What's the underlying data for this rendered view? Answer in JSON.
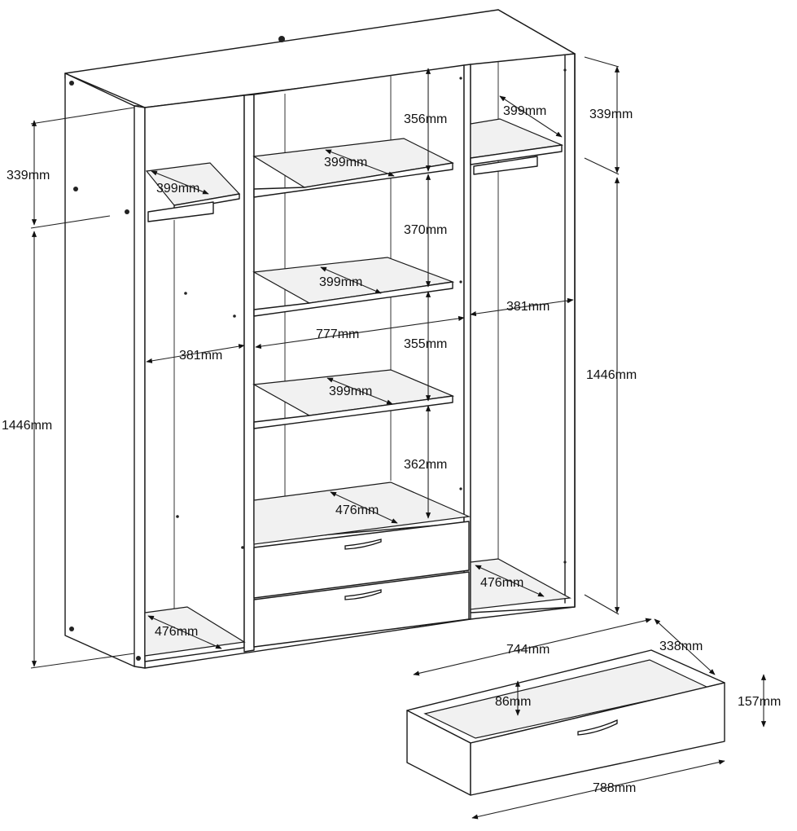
{
  "dimensions": {
    "left_top_height": "339mm",
    "left_shelf_depth": "399mm",
    "left_hang_width": "381mm",
    "left_total_height": "1446mm",
    "left_floor_depth": "476mm",
    "center_gap_1": "356mm",
    "center_shelf_1_depth": "399mm",
    "center_gap_2": "370mm",
    "center_shelf_2_depth": "399mm",
    "center_inner_width": "777mm",
    "center_gap_3": "355mm",
    "center_shelf_3_depth": "399mm",
    "center_gap_4": "362mm",
    "center_bottom_depth": "476mm",
    "right_shelf_depth": "399mm",
    "right_top_height": "339mm",
    "right_hang_width": "381mm",
    "right_total_height": "1446mm",
    "right_floor_depth": "476mm",
    "drawer_width_inner": "744mm",
    "drawer_depth": "338mm",
    "drawer_front_height": "157mm",
    "drawer_inner_height": "86mm",
    "drawer_front_width": "788mm"
  }
}
